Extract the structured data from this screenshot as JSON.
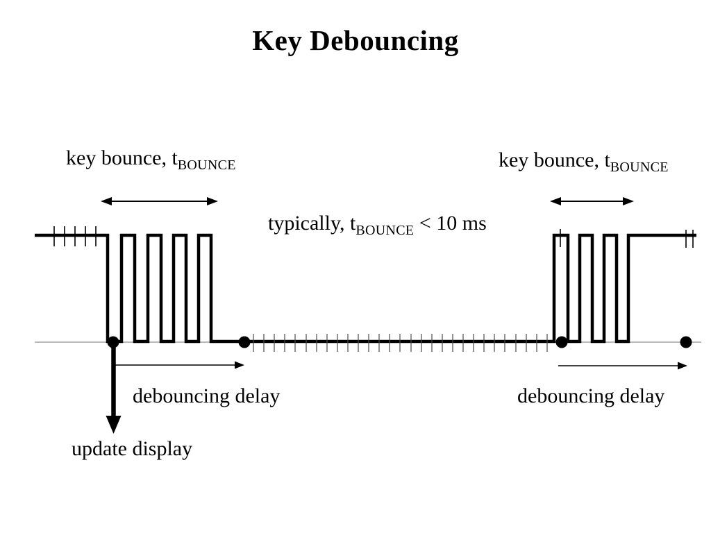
{
  "title": "Key Debouncing",
  "labels": {
    "key_bounce_left": {
      "pre": "key bounce, t",
      "sub": "BOUNCE"
    },
    "key_bounce_right": {
      "pre": "key bounce, t",
      "sub": "BOUNCE"
    },
    "typical_note": {
      "pre": "typically, t",
      "sub": "BOUNCE",
      "post": " < 10 ms"
    },
    "debouncing_delay_left": "debouncing delay",
    "debouncing_delay_right": "debouncing delay",
    "update_display": "update display"
  },
  "diagram": {
    "left_bounce_pulse_count": 4,
    "right_bounce_pulse_count": 3,
    "timing_dot_count": 4
  },
  "colors": {
    "ink": "#000000",
    "baseline_gray": "#8f8f8f",
    "tick_gray": "#4a4a4a",
    "background": "#ffffff"
  }
}
